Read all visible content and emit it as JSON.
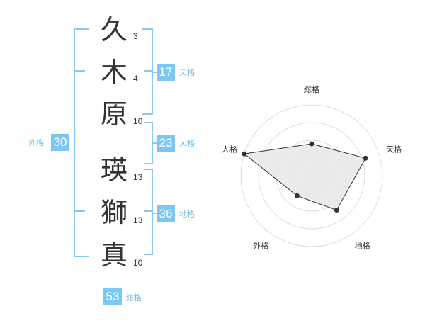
{
  "name": {
    "characters": [
      {
        "char": "久",
        "strokes": "3"
      },
      {
        "char": "木",
        "strokes": "4"
      },
      {
        "char": "原",
        "strokes": "10"
      },
      {
        "char": "瑛",
        "strokes": "13"
      },
      {
        "char": "獅",
        "strokes": "13"
      },
      {
        "char": "真",
        "strokes": "10"
      }
    ]
  },
  "scores": {
    "tenkaku": {
      "value": "17",
      "label": "天格"
    },
    "jinkaku": {
      "value": "23",
      "label": "人格"
    },
    "chikaku": {
      "value": "36",
      "label": "地格"
    },
    "gaikaku": {
      "value": "30",
      "label": "外格"
    },
    "soukaku": {
      "value": "53",
      "label": "総格"
    }
  },
  "chart_data": {
    "type": "radar",
    "axes": [
      "総格",
      "天格",
      "地格",
      "外格",
      "人格"
    ],
    "values": [
      0.45,
      0.8,
      0.6,
      0.35,
      1.0
    ],
    "max": 1,
    "rings": 4,
    "colors": {
      "fill": "#e8e8e8",
      "stroke": "#333333",
      "ring": "#dddddd",
      "point": "#333333",
      "center": "#cccccc"
    }
  },
  "colors": {
    "accent": "#7dc8f3",
    "label": "#6fb9e6",
    "bracket": "#8cc8f0"
  }
}
